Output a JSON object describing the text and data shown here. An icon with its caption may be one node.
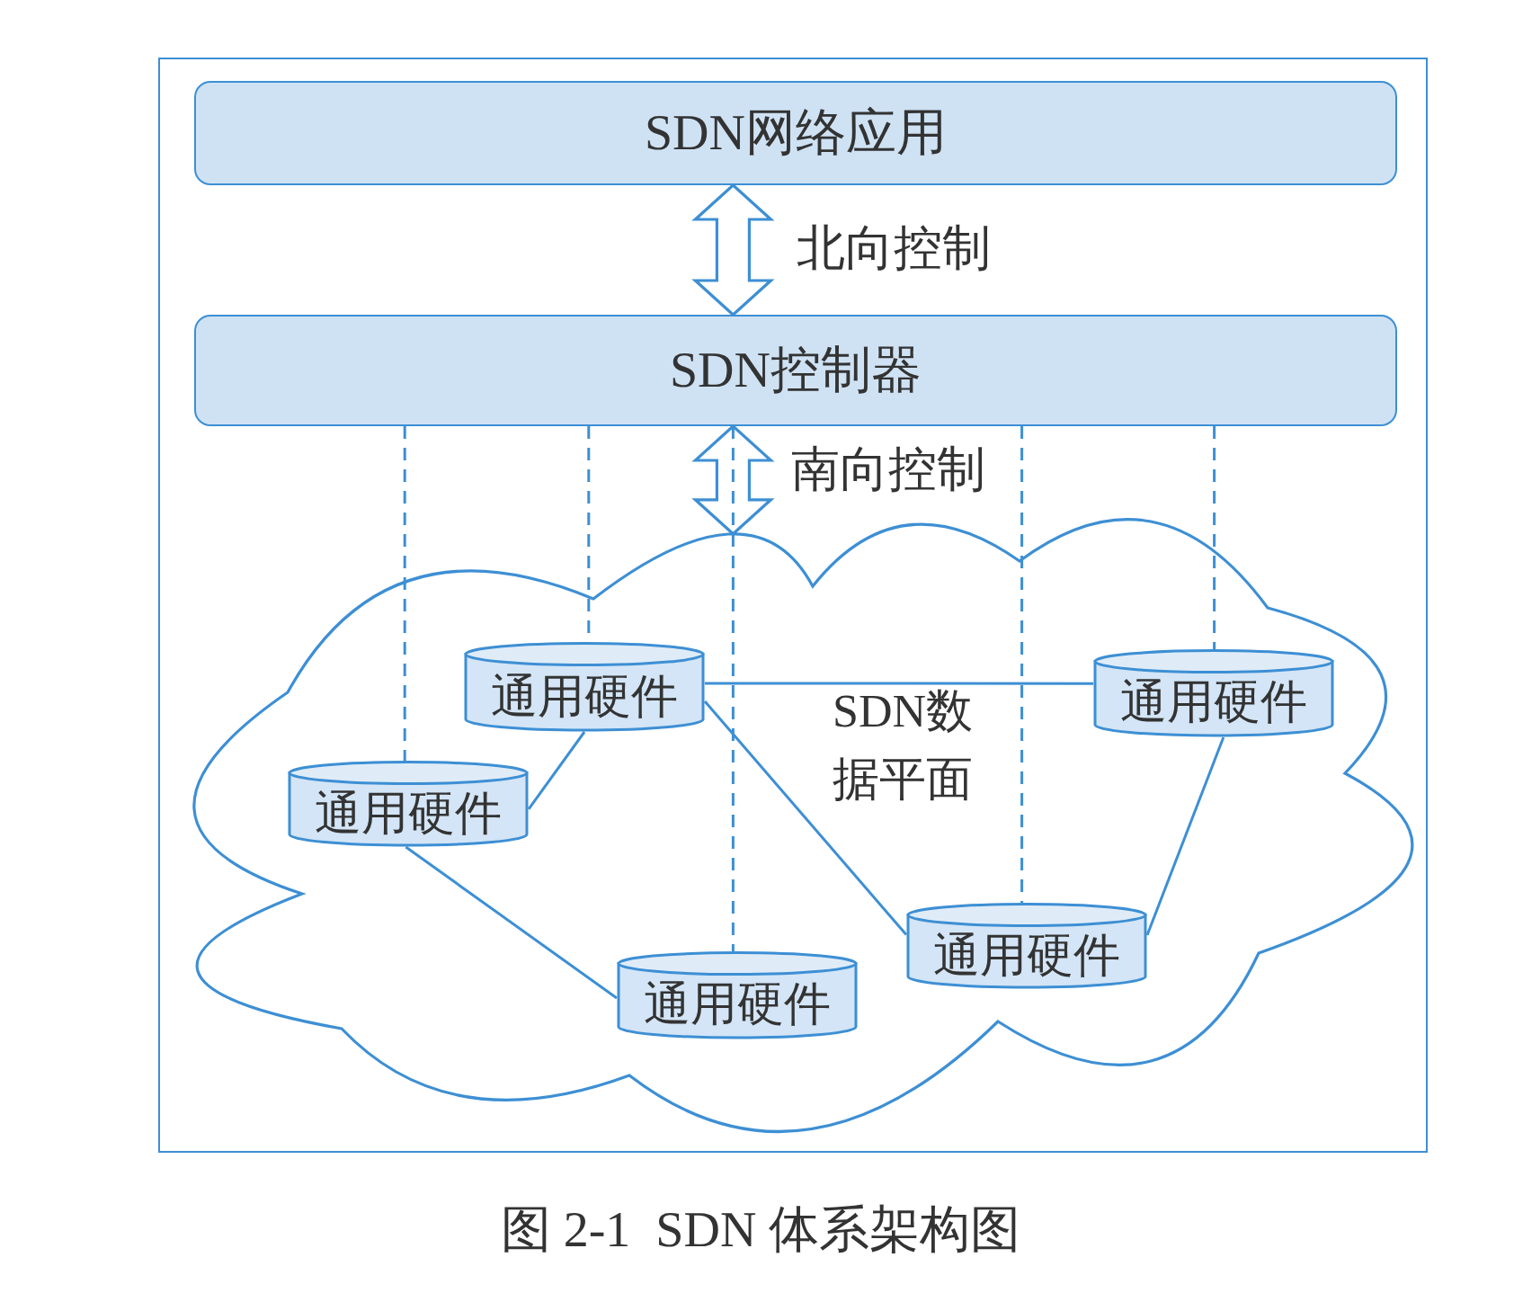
{
  "diagram": {
    "caption": "图 2-1  SDN 体系架构图",
    "nodes": [
      {
        "text": [
          "SDN网络应用"
        ]
      },
      {
        "text": [
          "SDN控制器"
        ]
      },
      {
        "text": [
          "SDN数据平面"
        ]
      },
      {
        "text": [
          "通用硬件"
        ],
        "in": 2
      },
      {
        "text": [
          "通用硬件"
        ],
        "in": 2
      },
      {
        "text": [
          "通用硬件"
        ],
        "in": 2
      },
      {
        "text": [
          "通用硬件"
        ],
        "in": 2
      },
      {
        "text": [
          "通用硬件"
        ],
        "in": 2
      }
    ],
    "edges": [
      {
        "from": 0,
        "to": 1,
        "arrow": "both",
        "label": "北向控制",
        "style": "thick"
      },
      {
        "from": 1,
        "to": 2,
        "arrow": "both",
        "label": "南向控制",
        "style": "thick"
      },
      {
        "from": 1,
        "to": 5,
        "arrow": "none",
        "style": "dashed"
      },
      {
        "from": 1,
        "to": 3,
        "arrow": "none",
        "style": "dashed"
      },
      {
        "from": 1,
        "to": 7,
        "arrow": "none",
        "style": "dashed"
      },
      {
        "from": 1,
        "to": 6,
        "arrow": "none",
        "style": "dashed"
      },
      {
        "from": 1,
        "to": 4,
        "arrow": "none",
        "style": "dashed"
      },
      {
        "from": 3,
        "to": 4,
        "arrow": "none"
      },
      {
        "from": 3,
        "to": 5,
        "arrow": "none"
      },
      {
        "from": 3,
        "to": 6,
        "arrow": "none"
      },
      {
        "from": 5,
        "to": 7,
        "arrow": "none"
      },
      {
        "from": 4,
        "to": 6,
        "arrow": "none"
      }
    ]
  }
}
